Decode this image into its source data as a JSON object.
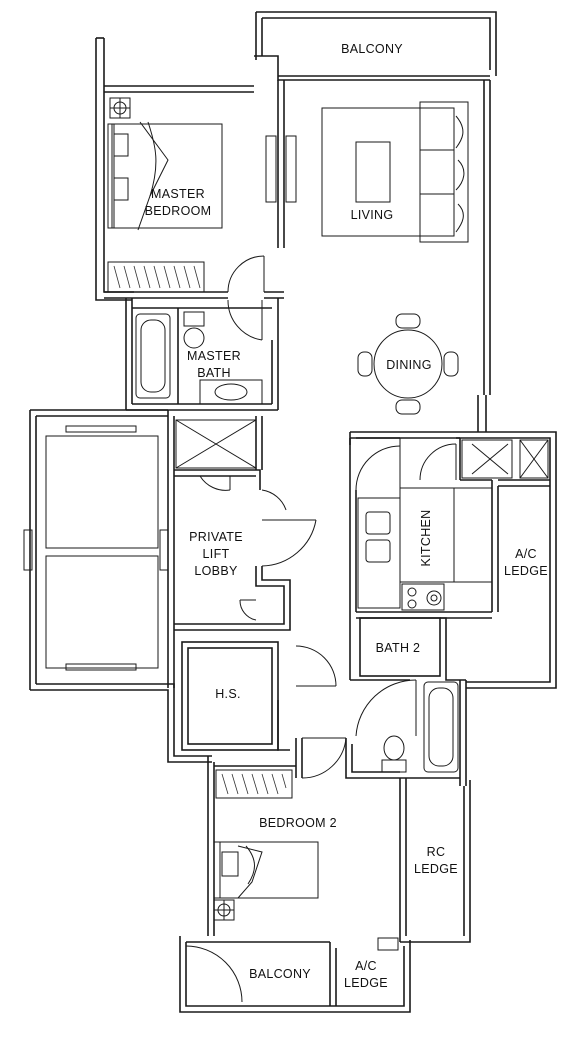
{
  "rooms": {
    "balcony_top": "BALCONY",
    "living": "LIVING",
    "master_bedroom": [
      "MASTER",
      "BEDROOM"
    ],
    "master_bath": [
      "MASTER",
      "BATH"
    ],
    "dining": "DINING",
    "private_lift_lobby": [
      "PRIVATE",
      "LIFT",
      "LOBBY"
    ],
    "kitchen": "KITCHEN",
    "ac_ledge_right": [
      "A/C",
      "LEDGE"
    ],
    "bath_2": "BATH 2",
    "hs": "H.S.",
    "bedroom_2": "BEDROOM 2",
    "rc_ledge": [
      "RC",
      "LEDGE"
    ],
    "balcony_bottom": "BALCONY",
    "ac_ledge_bottom": [
      "A/C",
      "LEDGE"
    ]
  }
}
